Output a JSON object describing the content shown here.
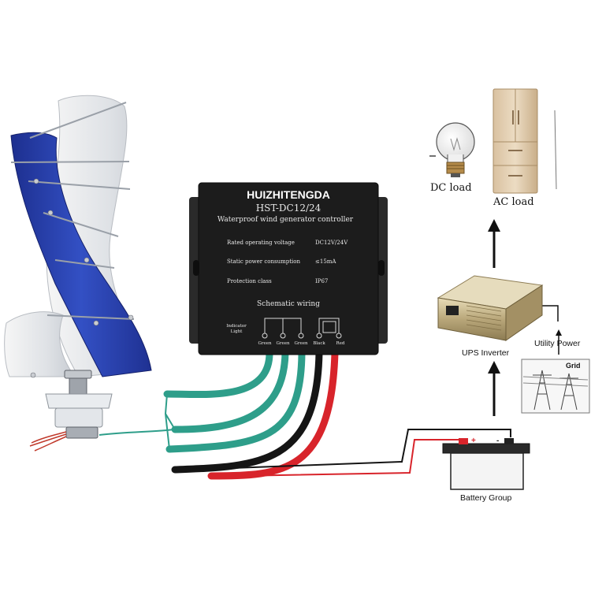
{
  "controller": {
    "brand": "HUIZHITENGDA",
    "model": "HST-DC12/24",
    "subtitle": "Waterproof wind generator controller",
    "specs": [
      {
        "label": "Rated operating voltage",
        "value": "DC12V/24V"
      },
      {
        "label": "Static power consumption",
        "value": "≤15mA"
      },
      {
        "label": "Protection class",
        "value": "IP67"
      }
    ],
    "schematic_title": "Schematic wiring",
    "indicator_label_1": "Indicator",
    "indicator_label_2": "Light",
    "terminals": [
      "Green",
      "Green",
      "Green",
      "Black",
      "Red"
    ]
  },
  "labels": {
    "dc_load": "DC load",
    "ac_load": "AC load",
    "ups_inverter": "UPS Inverter",
    "utility_power": "Utility Power",
    "grid": "Grid",
    "battery_group": "Battery Group"
  },
  "colors": {
    "blade_blue": "#2a3fa8",
    "blade_white": "#e9ecef",
    "controller_body": "#1c1c1c",
    "wire_green": "#2e9e8a",
    "wire_black": "#151515",
    "wire_red": "#d8242b",
    "inverter_gold": "#b9a77a"
  },
  "icons": {
    "bulb": "light-bulb-icon",
    "fridge": "refrigerator-icon",
    "tower": "power-tower-icon"
  }
}
